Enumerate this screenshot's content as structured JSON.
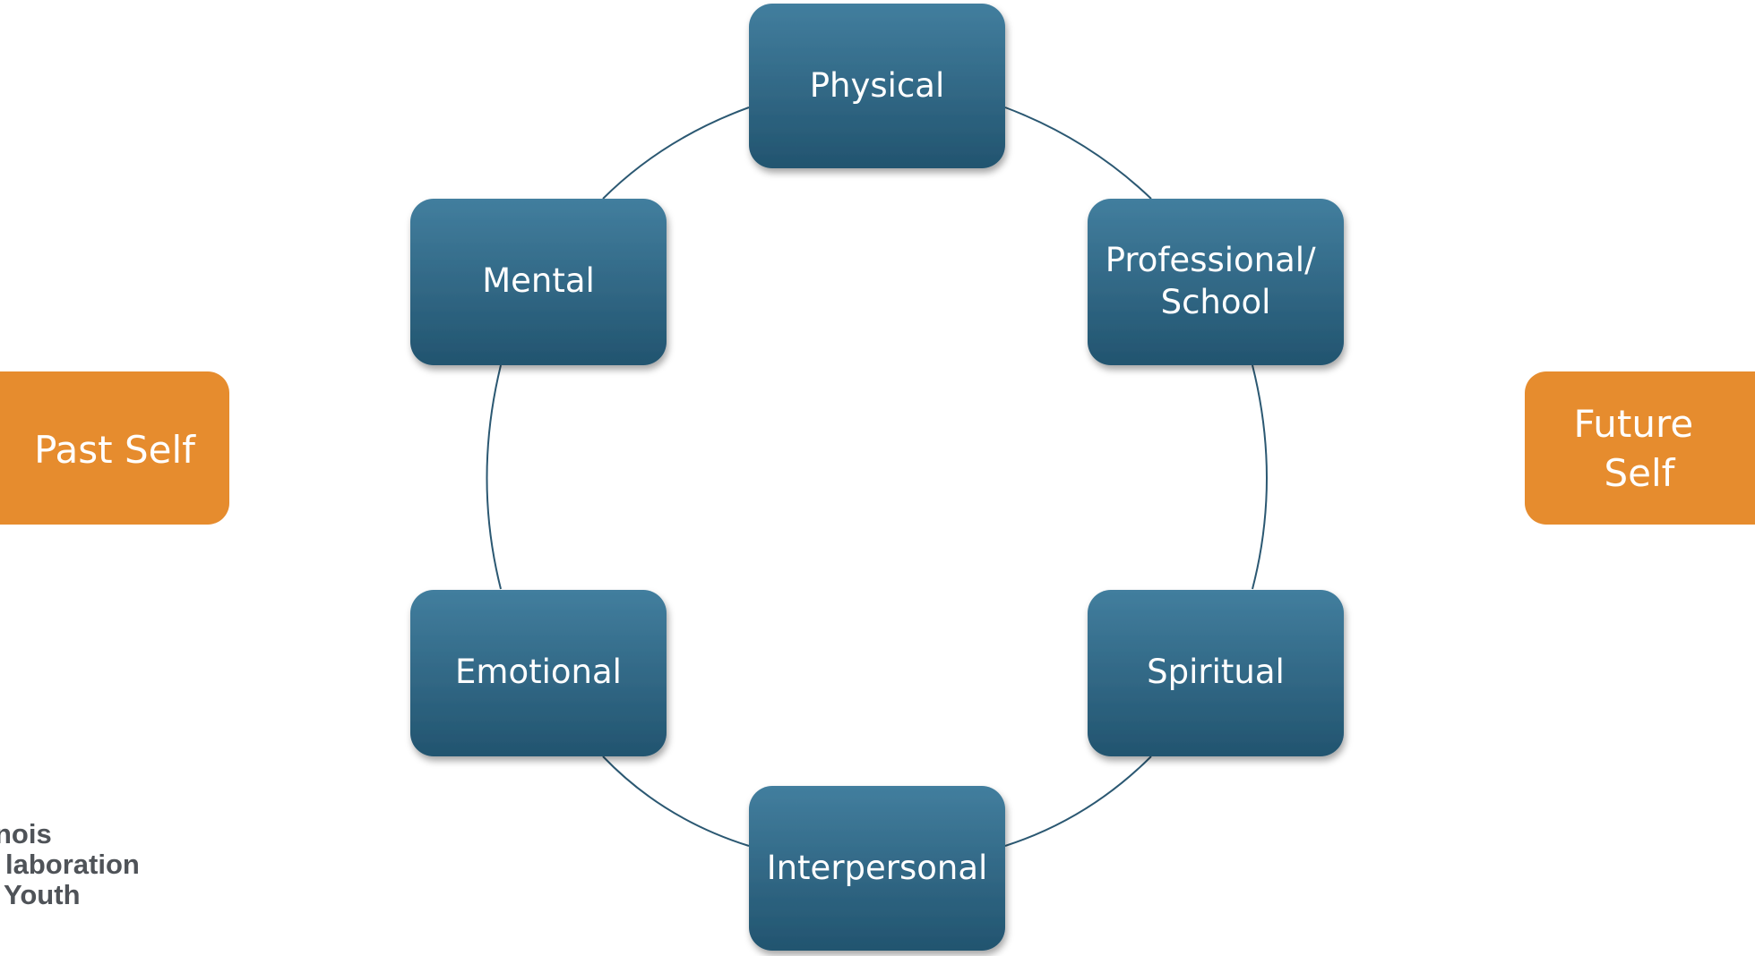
{
  "diagram": {
    "center_nodes": [
      {
        "id": "physical",
        "lines": [
          "Physical"
        ]
      },
      {
        "id": "professional",
        "lines": [
          "Professional/",
          "School"
        ]
      },
      {
        "id": "spiritual",
        "lines": [
          "Spiritual"
        ]
      },
      {
        "id": "interpersonal",
        "lines": [
          "Interpersonal"
        ]
      },
      {
        "id": "emotional",
        "lines": [
          "Emotional"
        ]
      },
      {
        "id": "mental",
        "lines": [
          "Mental"
        ]
      }
    ],
    "side_nodes": {
      "past": {
        "lines": [
          "Past Self"
        ]
      },
      "future": {
        "lines": [
          "Future",
          "Self"
        ]
      }
    },
    "logo": {
      "lines": [
        "nois",
        "laboration",
        "Youth"
      ]
    },
    "colors": {
      "node_top": "#427E9E",
      "node_bottom": "#22546F",
      "side_box": "#E68C2E",
      "ring": "#2B5872",
      "logo_text": "#4F5358"
    }
  }
}
